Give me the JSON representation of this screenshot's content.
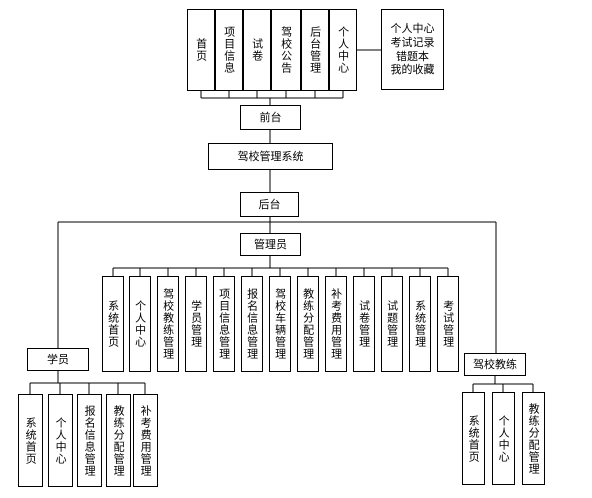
{
  "front": {
    "modules": [
      "首页",
      "项目信息",
      "试卷",
      "驾校公告",
      "后台管理",
      "个人中心"
    ],
    "profile_box": [
      "个人中心",
      "考试记录",
      "错题本",
      "我的收藏"
    ],
    "label": "前台"
  },
  "system": {
    "label": "驾校管理系统"
  },
  "back": {
    "label": "后台"
  },
  "admin": {
    "label": "管理员",
    "modules": [
      "系统首页",
      "个人中心",
      "驾校教练管理",
      "学员管理",
      "项目信息管理",
      "报名信息管理",
      "驾校车辆管理",
      "教练分配管理",
      "补考费用管理",
      "试卷管理",
      "试题管理",
      "系统管理",
      "考试管理"
    ]
  },
  "student": {
    "label": "学员",
    "modules": [
      "系统首页",
      "个人中心",
      "报名信息管理",
      "教练分配管理",
      "补考费用管理"
    ]
  },
  "coach": {
    "label": "驾校教练",
    "modules": [
      "系统首页",
      "个人中心",
      "教练分配管理"
    ]
  }
}
